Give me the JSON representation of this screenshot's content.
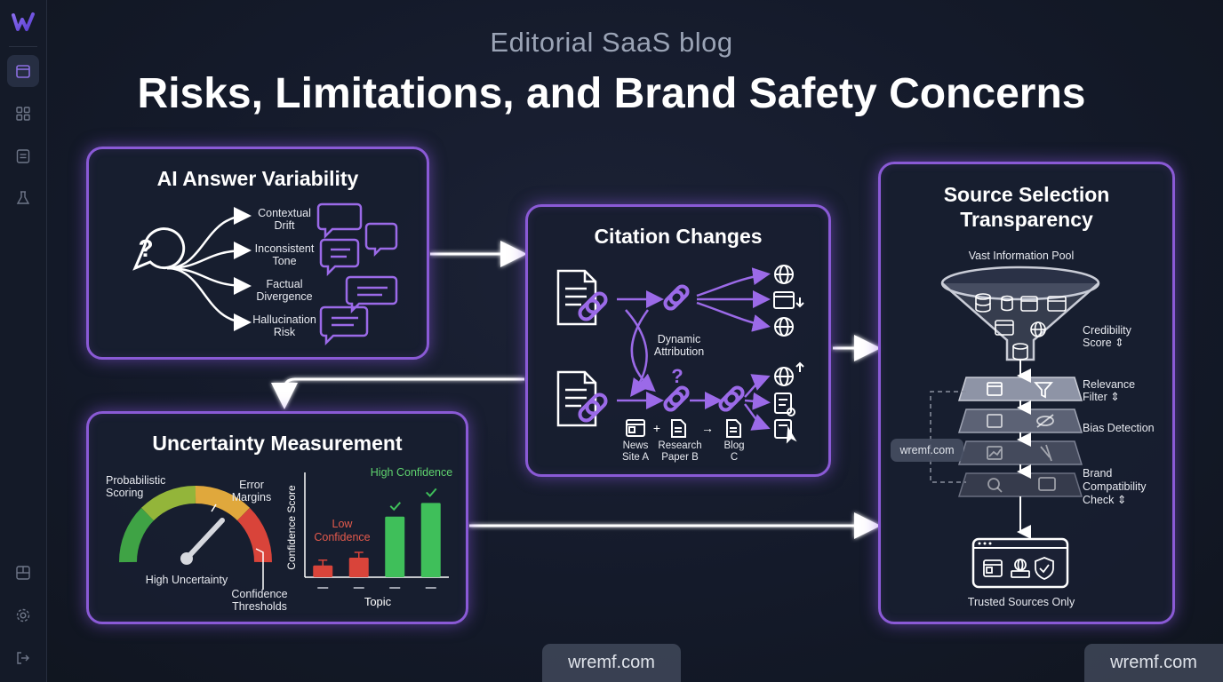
{
  "header": {
    "subtitle": "Editorial SaaS blog",
    "title": "Risks, Limitations, and Brand Safety Concerns"
  },
  "sidebar": {
    "icons": [
      "calendar-icon",
      "grid-icon",
      "document-icon",
      "flask-icon",
      "layout-icon",
      "gear-icon",
      "logout-icon"
    ]
  },
  "variability": {
    "title": "AI Answer Variability",
    "items": [
      "Contextual Drift",
      "Inconsistent Tone",
      "Factual Divergence",
      "Hallucination Risk"
    ],
    "lines": [
      [
        "Contextual",
        "Drift"
      ],
      [
        "Inconsistent",
        "Tone"
      ],
      [
        "Factual",
        "Divergence"
      ],
      [
        "Hallucination",
        "Risk"
      ]
    ]
  },
  "citation": {
    "title": "Citation Changes",
    "center_label": [
      "Dynamic",
      "Attribution"
    ],
    "sources": [
      [
        "News",
        "Site A"
      ],
      [
        "Research",
        "Paper B"
      ],
      [
        "Blog",
        "C"
      ]
    ],
    "plus": "+",
    "arrow": "→"
  },
  "uncertainty": {
    "title": "Uncertainty Measurement",
    "probabilistic": [
      "Probabilistic",
      "Scoring"
    ],
    "error_margins": [
      "Error",
      "Margins"
    ],
    "high_uncertainty": "High Uncertainty",
    "confidence_thresholds": [
      "Confidence",
      "Thresholds"
    ],
    "high_confidence": "High Confidence",
    "low_confidence": [
      "Low",
      "Confidence"
    ],
    "ylabel": "Confidence Score",
    "xlabel": "Topic"
  },
  "source": {
    "title": [
      "Source Selection",
      "Transparency"
    ],
    "pool": "Vast Information Pool",
    "credibility": [
      "Credibility",
      "Score ⇕"
    ],
    "relevance": [
      "Relevance",
      "Filter ⇕"
    ],
    "bias": "Bias Detection",
    "brand": [
      "Brand",
      "Compatibility",
      "Check ⇕"
    ],
    "trusted": "Trusted Sources Only",
    "tag": "wremf.com"
  },
  "chart_data": {
    "type": "bar",
    "categories": [
      "",
      "",
      "",
      ""
    ],
    "values": [
      12,
      20,
      62,
      76
    ],
    "ylim": [
      0,
      100
    ],
    "xlabel": "Topic",
    "ylabel": "Confidence Score",
    "colors": [
      "#d9443a",
      "#d9443a",
      "#3fbf5a",
      "#3fbf5a"
    ],
    "annotations": [
      "Low Confidence",
      "High Confidence"
    ]
  },
  "watermarks": {
    "center": "wremf.com",
    "corner": "wremf.com"
  },
  "colors": {
    "accent": "#8a5ad6",
    "arrow_purple": "#9b6ae8",
    "red": "#d9443a",
    "green": "#3fbf5a"
  }
}
